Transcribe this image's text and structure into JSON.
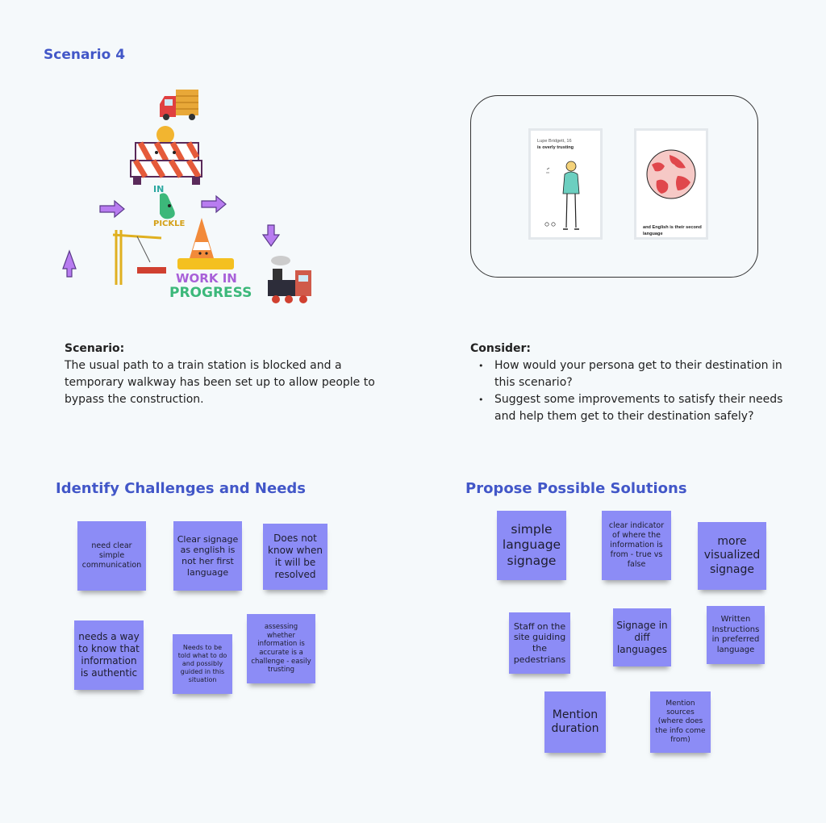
{
  "titles": {
    "scenario": "Scenario 4",
    "challenges": "Identify Challenges and Needs",
    "solutions": "Propose Possible Solutions"
  },
  "illustration": {
    "barricade_label_1": "IN",
    "barricade_label_2": "PICKLE",
    "wip_line1": "WORK IN",
    "wip_line2": "PROGRESS"
  },
  "persona": {
    "name_age": "Lupe Bridgett, 16",
    "trait": "is overly trusting",
    "language_note": "and English is their second language"
  },
  "scenario": {
    "heading": "Scenario:",
    "text": "The usual path to a train station is blocked and a temporary walkway has been set up to allow people to bypass the construction."
  },
  "consider": {
    "heading": "Consider:",
    "items": [
      "How would your persona get to their destination in this scenario?",
      "Suggest some improvements to satisfy their needs and help them get to their destination safely?"
    ]
  },
  "colors": {
    "title_blue": "#4257c8",
    "sticky": "#8c8cf6",
    "arrow_purple": "#b87cf0"
  },
  "challenges": [
    "need clear simple communication",
    "Clear signage as english is not her first language",
    "Does not know when it will be resolved",
    "needs a way to know that information is authentic",
    "Needs to be told what to do and possibly guided in this situation",
    "assessing whether information is accurate is a challenge - easily trusting"
  ],
  "solutions": [
    "simple language signage",
    "clear indicator of where the information is from - true vs false",
    "more visualized signage",
    "Staff on the site guiding the pedestrians",
    "Signage in diff languages",
    "Written Instructions in preferred language",
    "Mention duration",
    "Mention sources (where does the info come from)"
  ]
}
